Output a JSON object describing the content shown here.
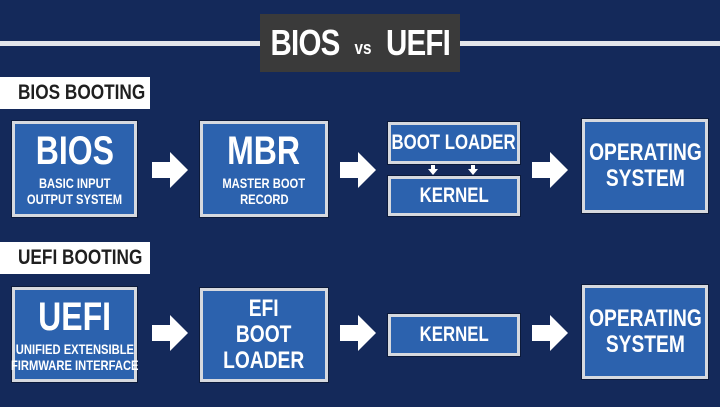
{
  "title": {
    "left": "BIOS",
    "middle": "vs",
    "right": "UEFI"
  },
  "sections": {
    "bios": {
      "label": "BIOS BOOTING",
      "firmware": {
        "main": "BIOS",
        "sub1": "BASIC INPUT",
        "sub2": "OUTPUT SYSTEM"
      },
      "mbr": {
        "main": "MBR",
        "sub1": "MASTER BOOT",
        "sub2": "RECORD"
      },
      "boot_loader": "BOOT LOADER",
      "kernel": "KERNEL",
      "os": {
        "line1": "OPERATING",
        "line2": "SYSTEM"
      }
    },
    "uefi": {
      "label": "UEFI BOOTING",
      "firmware": {
        "main": "UEFI",
        "sub1": "UNIFIED EXTENSIBLE",
        "sub2": "FIRMWARE INTERFACE"
      },
      "efi": {
        "line1": "EFI",
        "line2": "BOOT",
        "line3": "LOADER"
      },
      "kernel": "KERNEL",
      "os": {
        "line1": "OPERATING",
        "line2": "SYSTEM"
      }
    }
  },
  "colors": {
    "background": "#14295a",
    "box_fill": "#2c62ae",
    "box_border": "#d6d9df",
    "label_bg": "#ffffff",
    "title_bg": "#3a3a3a"
  },
  "icons": {
    "flow_arrow": "right-arrow-icon",
    "small_arrow": "down-arrow-icon"
  }
}
